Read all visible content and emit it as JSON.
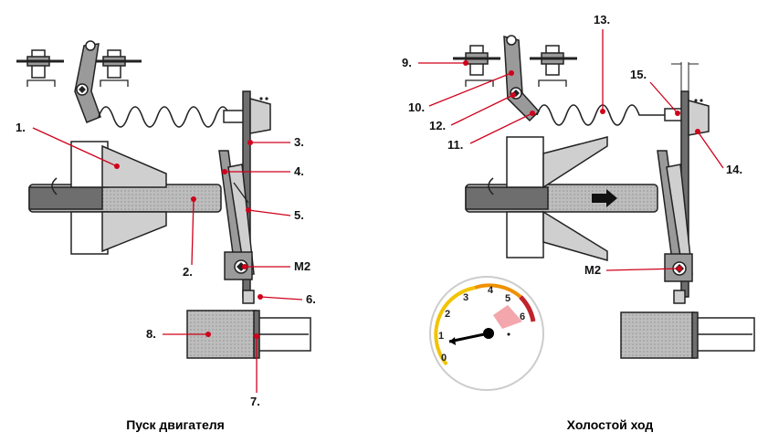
{
  "colors": {
    "leader": "#d0021b",
    "metal": "#9a9a9a",
    "metal_dark": "#6e6e6e"
  },
  "left": {
    "caption": "Пуск двигателя",
    "labels": [
      "1.",
      "2.",
      "3.",
      "4.",
      "5.",
      "6.",
      "7.",
      "8.",
      "M2"
    ]
  },
  "right": {
    "caption": "Холостой ход",
    "labels": [
      "9.",
      "10.",
      "11.",
      "12.",
      "13.",
      "14.",
      "15.",
      "M2"
    ]
  },
  "gauge": {
    "ticks": [
      "0",
      "1",
      "2",
      "3",
      "4",
      "5",
      "6"
    ]
  }
}
